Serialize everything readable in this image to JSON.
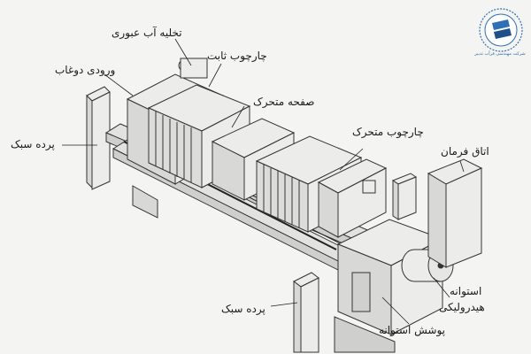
{
  "labels": {
    "drain": "تخلیه آب عبوری",
    "fixed_frame": "چارچوب ثابت",
    "inlet": "ورودی دوغاب",
    "moving_plate": "صفحه متحرک",
    "light_curtain_left": "پرده سبک",
    "moving_frame": "چارچوب متحرک",
    "control_room": "اتاق فرمان",
    "light_curtain_bottom": "پرده سبک",
    "hydraulic_cylinder_1": "استوانه",
    "hydraulic_cylinder_2": "هیدرولیکی",
    "cylinder_cover": "پوشش استوانه"
  },
  "logo": {
    "caption": "شرکت مهندسی فرآب تدبیر",
    "brand_color": "#2f6fb3"
  }
}
